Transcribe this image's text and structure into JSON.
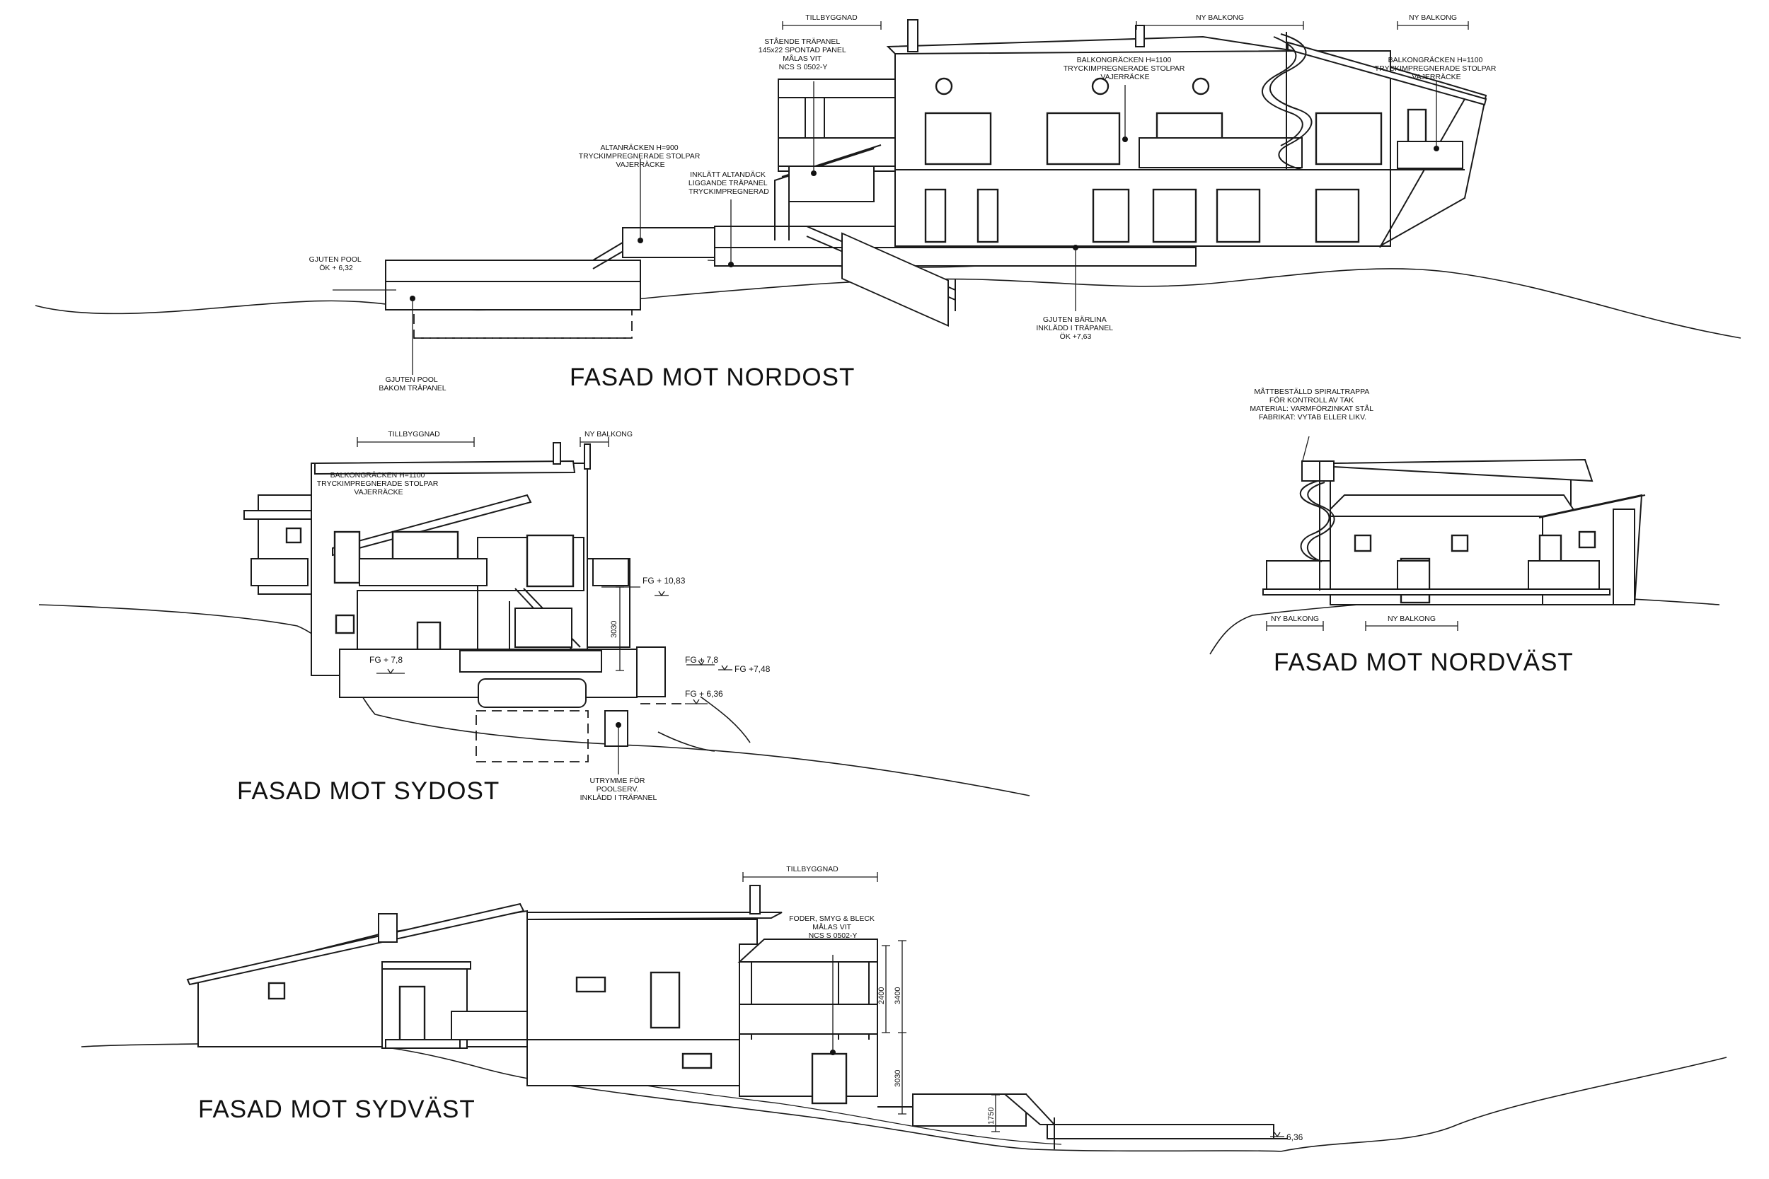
{
  "titles": {
    "nordost": "FASAD MOT NORDOST",
    "sydost": "FASAD MOT SYDOST",
    "nordvast": "FASAD MOT NORDVÄST",
    "sydvast": "FASAD MOT SYDVÄST"
  },
  "nordost": {
    "tillbyggnad": "TILLBYGGNAD",
    "ny_balkong_1": "NY BALKONG",
    "ny_balkong_2": "NY BALKONG",
    "panel_note": [
      "STÅENDE TRÄPANEL",
      "145x22 SPONTAD PANEL",
      "MÅLAS VIT",
      "NCS S 0502-Y"
    ],
    "balcony_note_1": [
      "BALKONGRÄCKEN H=1100",
      "TRYCKIMPREGNERADE STOLPAR",
      "VAJERRÄCKE"
    ],
    "balcony_note_2": [
      "BALKONGRÄCKEN H=1100",
      "TRYCKIMPREGNERADE STOLPAR",
      "VAJERRÄCKE"
    ],
    "altan_rail_note": [
      "ALTANRÄCKEN H=900",
      "TRYCKIMPREGNERADE STOLPAR",
      "VAJERRÄCKE"
    ],
    "altan_deck_note": [
      "INKLÄTT ALTANDÄCK",
      "LIGGANDE TRÄPANEL",
      "TRYCKIMPREGNERAD"
    ],
    "pool_note": [
      "GJUTEN POOL",
      "ÖK + 6,32"
    ],
    "pool_behind_note": [
      "GJUTEN POOL",
      "BAKOM TRÄPANEL"
    ],
    "barlina_note": [
      "GJUTEN BÄRLINA",
      "INKLÄDD I TRÄPANEL",
      "ÖK +7,63"
    ]
  },
  "nordvast": {
    "spiral_note": [
      "MÅTTBESTÄLLD SPIRALTRAPPA",
      "FÖR KONTROLL AV TAK",
      "MATERIAL: VARMFÖRZINKAT STÅL",
      "FABRIKAT: VYTAB ELLER LIKV."
    ],
    "ny_balkong_1": "NY BALKONG",
    "ny_balkong_2": "NY BALKONG"
  },
  "sydost": {
    "tillbyggnad": "TILLBYGGNAD",
    "ny_balkong": "NY BALKONG",
    "balcony_note": [
      "BALKONGRÄCKEN H=1100",
      "TRYCKIMPREGNERADE STOLPAR",
      "VAJERRÄCKE"
    ],
    "fg_1083": "FG + 10,83",
    "fg_78_left": "FG + 7,8",
    "fg_78_right": "FG + 7,8",
    "fg_748": "FG +7,48",
    "fg_636": "FG + 6,36",
    "dim_3030": "3030",
    "utrymme_note": [
      "UTRYMME FÖR",
      "POOLSERV.",
      "INKLÄDD I TRÄPANEL"
    ]
  },
  "sydvast": {
    "tillbyggnad": "TILLBYGGNAD",
    "foder_note": [
      "FODER, SMYG & BLECK",
      "MÅLAS VIT",
      "NCS S 0502-Y"
    ],
    "dim_2400": "2400",
    "dim_3400": "3400",
    "dim_3030": "3030",
    "dim_1750": "1750",
    "level_636": "6,36"
  }
}
